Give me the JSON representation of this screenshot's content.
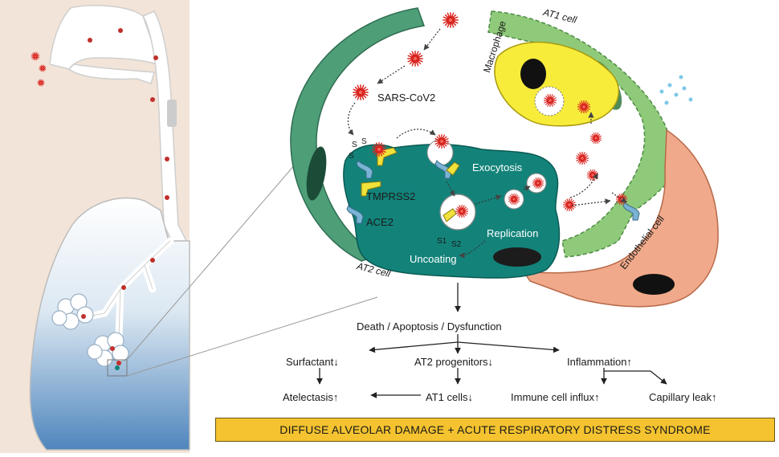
{
  "labels": {
    "at1_cell": "AT1 cell",
    "sars_cov2": "SARS-CoV2",
    "macrophage": "Macrophage",
    "exocytosis": "Exocytosis",
    "tmprss2": "TMPRSS2",
    "ace2": "ACE2",
    "replication": "Replication",
    "uncoating": "Uncoating",
    "at2_cell": "AT2 cell",
    "endothelial_cell": "Endothelial cell",
    "s1": "S1",
    "s2": "S2",
    "s_glyph": "S"
  },
  "flow": {
    "death": "Death / Apoptosis / Dysfunction",
    "surfactant": "Surfactant↓",
    "at2_progenitors": "AT2 progenitors↓",
    "inflammation": "Inflammation↑",
    "atelectasis": "Atelectasis↑",
    "at1_cells": "AT1 cells↓",
    "immune_influx": "Immune cell influx↑",
    "capillary_leak": "Capillary leak↑"
  },
  "banner": "DIFFUSE ALVEOLAR DAMAGE + ACUTE RESPIRATORY DISTRESS SYNDROME",
  "colors": {
    "at2": "#13837a",
    "at1": "#8fca7a",
    "alveolar_wall": "#4e9e78",
    "macrophage": "#f7ec3a",
    "endothelial": "#f0a98a",
    "virus": "#d8241f",
    "ace2": "#7ab4d4",
    "tmprss2": "#f0e23a",
    "banner": "#f4c32f",
    "body_panel": "#f2e4d8",
    "lung_fill": "#6f9dc8"
  },
  "icons": [
    "virus-particle-icon",
    "ace2-receptor-icon",
    "tmprss2-protease-icon",
    "vesicle-icon",
    "nucleus-icon"
  ]
}
